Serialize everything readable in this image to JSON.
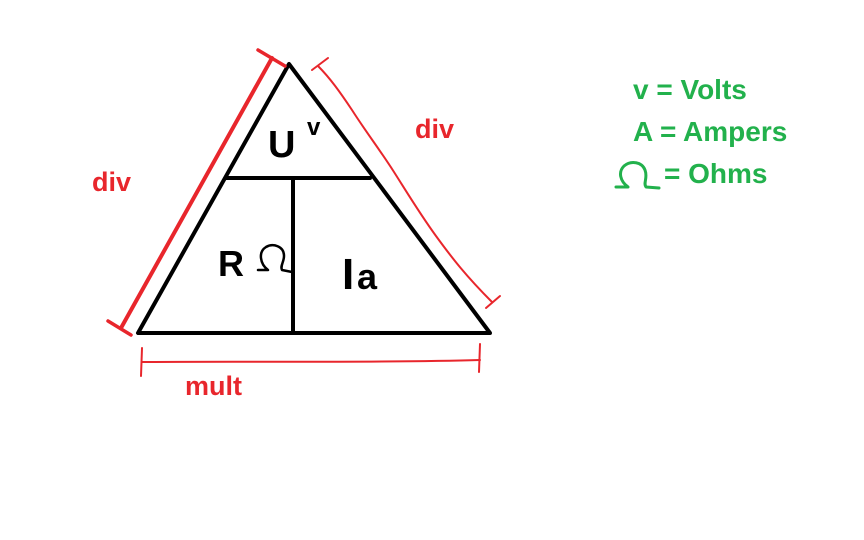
{
  "triangle": {
    "top_label": "U",
    "top_sup": "v",
    "left_label": "R",
    "right_label_main": "I",
    "right_label_sub": "a"
  },
  "annotations": {
    "left_side": "div",
    "right_side": "div",
    "bottom_side": "mult",
    "color": "#e8262c"
  },
  "legend": {
    "color": "#22b14c",
    "items": [
      {
        "symbol": "v",
        "text": "v = Volts"
      },
      {
        "symbol": "A",
        "text": "A = Ampers"
      },
      {
        "symbol": "ohm-icon",
        "text": "= Ohms"
      }
    ]
  }
}
